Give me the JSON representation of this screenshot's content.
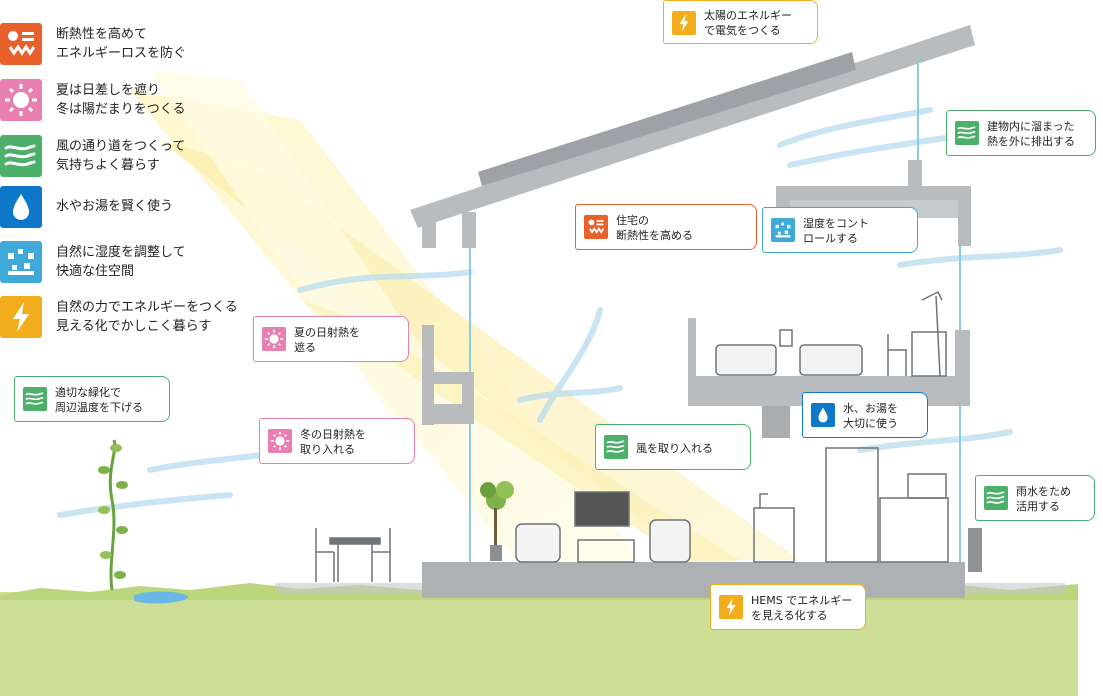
{
  "colors": {
    "orange_red": "#e8612c",
    "pink": "#e77fb0",
    "green": "#4caf6a",
    "blue": "#0e78c8",
    "light_blue": "#3fa9d8",
    "yellow": "#f2ad1c",
    "ground": "#cddf96",
    "wall": "#b9bcbf"
  },
  "legend": [
    {
      "icon": "insulation-icon",
      "color": "#e8612c",
      "line1": "断熱性を高めて",
      "line2": "エネルギーロスを防ぐ"
    },
    {
      "icon": "sun-icon",
      "color": "#e77fb0",
      "line1": "夏は日差しを遮り",
      "line2": "冬は陽だまりをつくる"
    },
    {
      "icon": "wind-icon",
      "color": "#4caf6a",
      "line1": "風の通り道をつくって",
      "line2": "気持ちよく暮らす"
    },
    {
      "icon": "water-drop-icon",
      "color": "#0e78c8",
      "line1": "水やお湯を賢く使う",
      "line2": ""
    },
    {
      "icon": "humidity-icon",
      "color": "#3fa9d8",
      "line1": "自然に湿度を調整して",
      "line2": "快適な住空間"
    },
    {
      "icon": "lightning-icon",
      "color": "#f2ad1c",
      "line1": "自然の力でエネルギーをつくる",
      "line2": "見える化でかしこく暮らす"
    }
  ],
  "callouts": {
    "solar": {
      "icon": "lightning-icon",
      "color": "#f2ad1c",
      "line1": "太陽のエネルギー",
      "line2": "で電気をつくる"
    },
    "exhaust": {
      "icon": "wind-icon",
      "color": "#4caf6a",
      "line1": "建物内に溜まった",
      "line2": "熱を外に排出する"
    },
    "house_insulation": {
      "icon": "insulation-icon",
      "color": "#e8612c",
      "line1": "住宅の",
      "line2": "断熱性を高める"
    },
    "humidity_control": {
      "icon": "humidity-icon",
      "color": "#3fa9d8",
      "line1": "湿度をコント",
      "line2": "ロールする"
    },
    "summer_sun": {
      "icon": "sun-icon",
      "color": "#e77fb0",
      "line1": "夏の日射熱を",
      "line2": "遮る"
    },
    "greenery": {
      "icon": "wind-icon",
      "color": "#4caf6a",
      "line1": "適切な緑化で",
      "line2": "周辺温度を下げる"
    },
    "winter_sun": {
      "icon": "sun-icon",
      "color": "#e77fb0",
      "line1": "冬の日射熱を",
      "line2": "取り入れる"
    },
    "wind_in": {
      "icon": "wind-icon",
      "color": "#4caf6a",
      "line1": "風を取り入れる",
      "line2": ""
    },
    "water": {
      "icon": "water-drop-icon",
      "color": "#0e78c8",
      "line1": "水、お湯を",
      "line2": "大切に使う"
    },
    "rainwater": {
      "icon": "wind-icon",
      "color": "#4caf6a",
      "line1": "雨水をため",
      "line2": "活用する"
    },
    "hems": {
      "icon": "lightning-icon",
      "color": "#f2ad1c",
      "line1": "HEMS でエネルギー",
      "line2": "を見える化する"
    }
  }
}
